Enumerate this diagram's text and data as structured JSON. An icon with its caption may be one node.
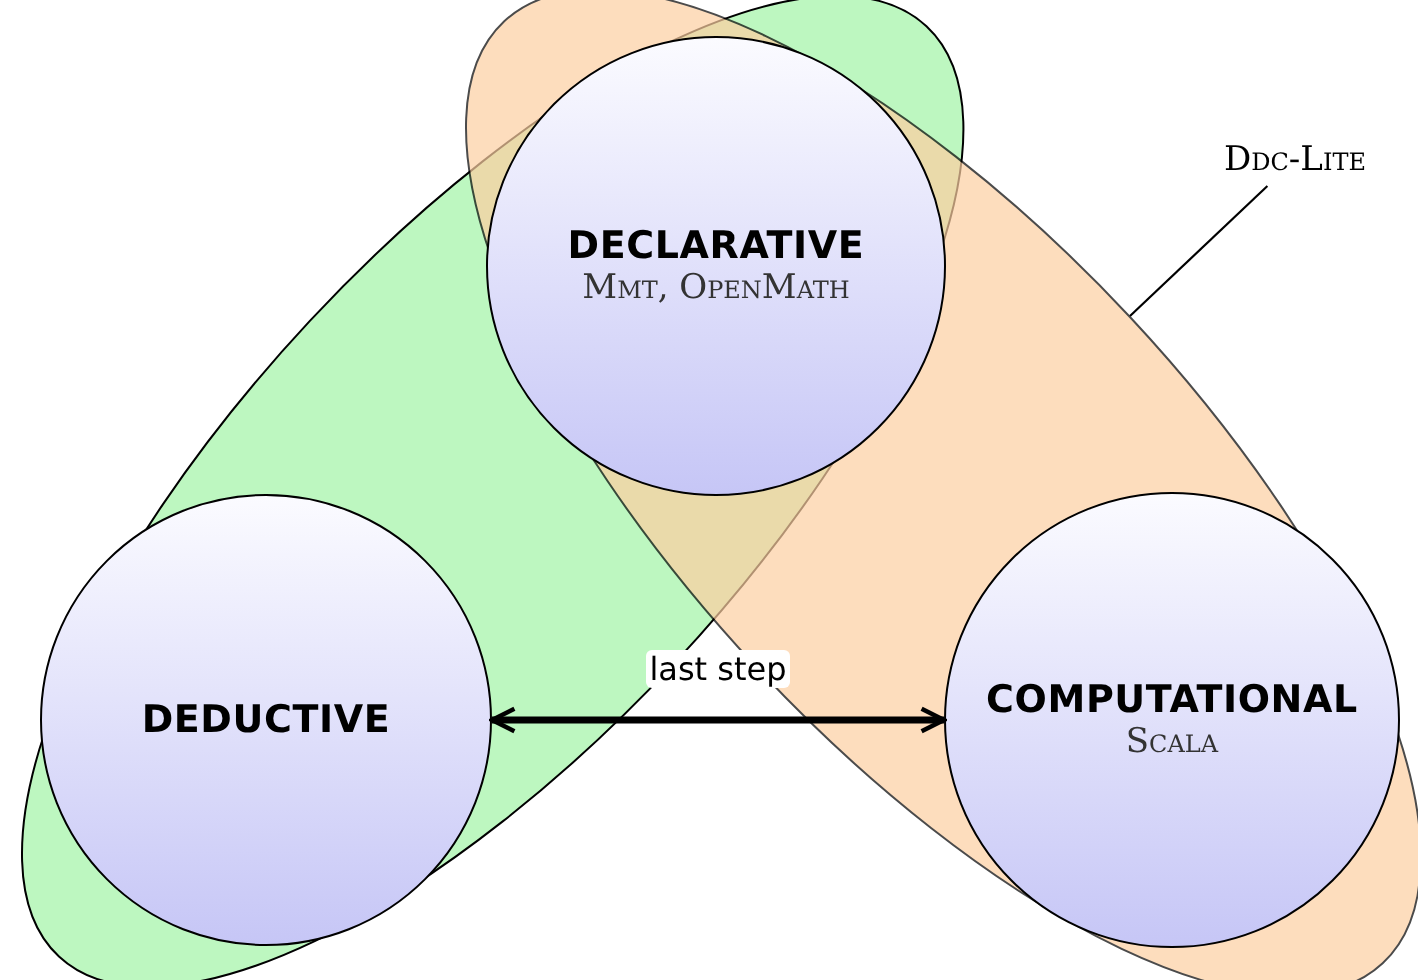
{
  "diagram": {
    "nodes": [
      {
        "text": [],
        "shape": "ellipse"
      },
      {
        "text": [
          "DEDUCTIVE"
        ],
        "in": 0
      },
      {
        "text": [],
        "shape": "ellipse"
      },
      {
        "text": [
          "DECLARATIVE",
          "Mmt, OpenMath"
        ]
      },
      {
        "text": [
          "COMPUTATIONAL",
          "Scala"
        ],
        "in": 2
      },
      {
        "text": [
          "Ddc-Lite"
        ]
      }
    ],
    "edges": [
      {
        "from": 1,
        "to": 4,
        "arrow": "both",
        "label": "last step",
        "style": "thick"
      },
      {
        "from": 5,
        "to": 2,
        "arrow": "none"
      }
    ]
  }
}
